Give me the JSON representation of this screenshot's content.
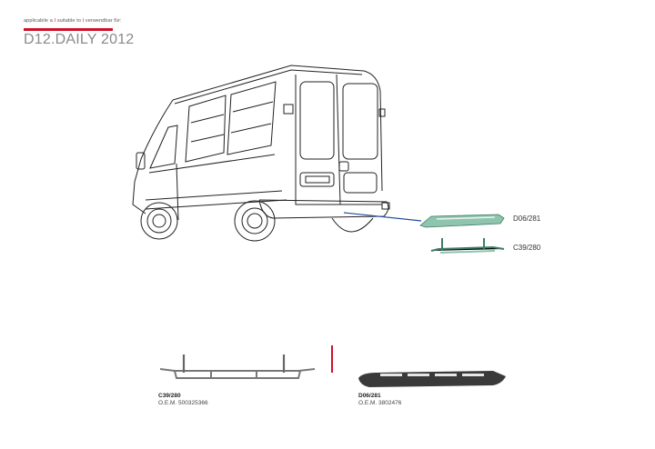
{
  "header": {
    "applicability": [
      "applicabile a",
      "suitable to",
      "verwendbar für:"
    ],
    "separator": "I",
    "model": "D12.DAILY 2012"
  },
  "colors": {
    "accent_red": "#d0102a",
    "leader_blue": "#1f4e9a",
    "part_green": "#5fa58c"
  },
  "callouts": [
    {
      "code": "D06/281"
    },
    {
      "code": "C39/280"
    }
  ],
  "products": [
    {
      "code": "C39/280",
      "oem_label": "O.E.M.",
      "oem_number": "500325366"
    },
    {
      "code": "D06/281",
      "oem_label": "O.E.M.",
      "oem_number": "3802476"
    }
  ]
}
